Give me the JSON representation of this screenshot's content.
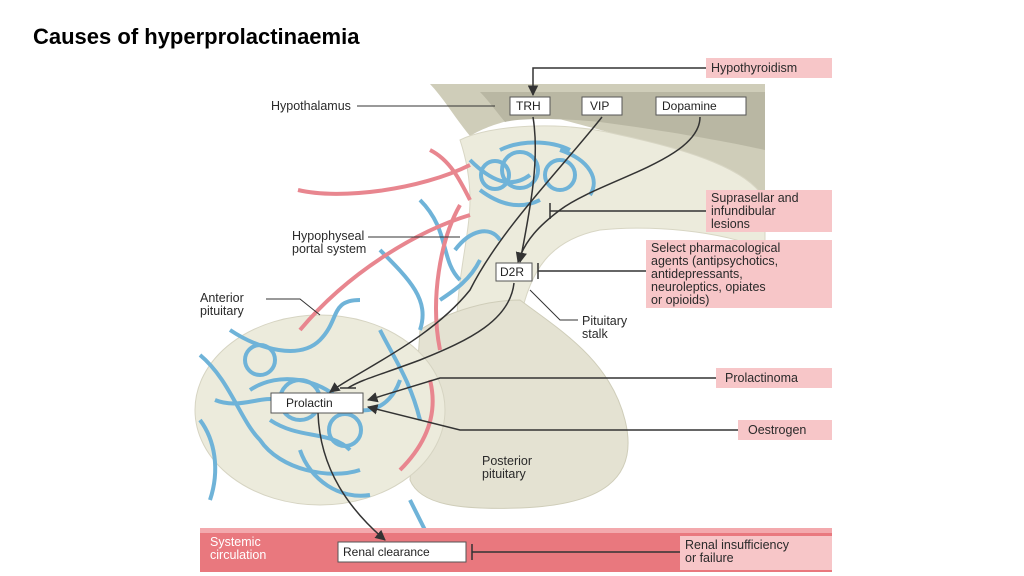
{
  "title": "Causes of hyperprolactinaemia",
  "anatomy": {
    "hypothalamus": "Hypothalamus",
    "portal_line1": "Hypophyseal",
    "portal_line2": "portal system",
    "anterior_line1": "Anterior",
    "anterior_line2": "pituitary",
    "stalk_line1": "Pituitary",
    "stalk_line2": "stalk",
    "posterior_line1": "Posterior",
    "posterior_line2": "pituitary",
    "circulation_line1": "Systemic",
    "circulation_line2": "circulation"
  },
  "nodes": {
    "trh": "TRH",
    "vip": "VIP",
    "dopamine": "Dopamine",
    "d2r": "D2R",
    "prolactin": "Prolactin",
    "renal_clearance": "Renal clearance"
  },
  "causes": {
    "hypothyroidism": "Hypothyroidism",
    "suprasellar": [
      "Suprasellar and",
      "infundibular",
      "lesions"
    ],
    "pharma": [
      "Select pharmacological",
      "agents (antipsychotics,",
      "antidepressants,",
      "neuroleptics, opiates",
      "or opioids)"
    ],
    "prolactinoma": "Prolactinoma",
    "oestrogen": "Oestrogen",
    "renal": [
      "Renal insufficiency",
      "or failure"
    ]
  },
  "colors": {
    "cause_box": "#f7c6c8",
    "vessel_blue": "#6fb3d8",
    "vessel_red": "#e8868f",
    "tissue": "#ecebdc",
    "circulation": "#e9787e"
  }
}
